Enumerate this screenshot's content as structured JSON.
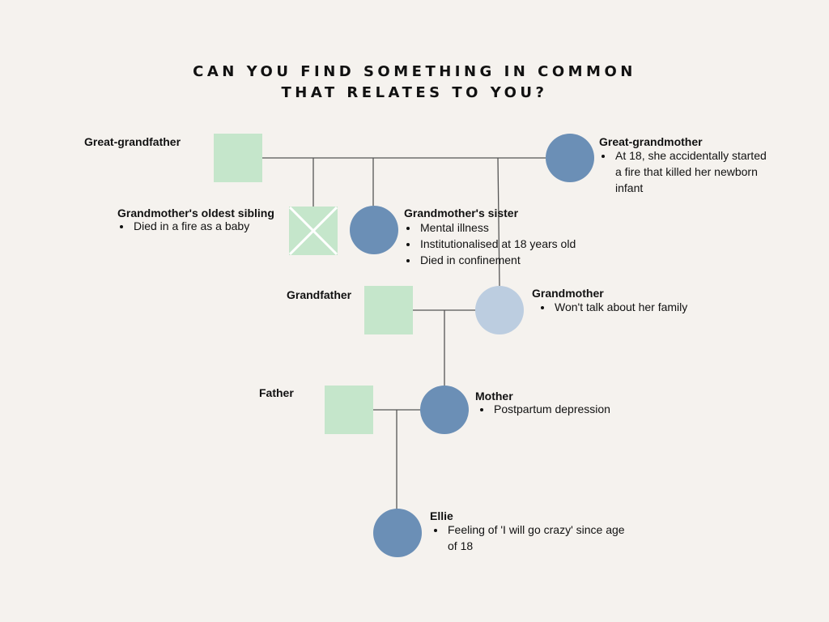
{
  "title": {
    "line1": "CAN YOU FIND SOMETHING IN COMMON",
    "line2": "THAT RELATES TO YOU?"
  },
  "colors": {
    "background": "#f5f2ee",
    "male": "#c5e6cb",
    "female": "#6b8fb6",
    "grandmother": "#bccde0",
    "line": "#555555"
  },
  "people": {
    "great_grandfather": {
      "name": "Great-grandfather",
      "notes": []
    },
    "great_grandmother": {
      "name": "Great-grandmother",
      "notes": [
        "At 18, she accidentally started a fire that killed her newborn infant"
      ]
    },
    "oldest_sibling": {
      "name": "Grandmother's oldest sibling",
      "notes": [
        "Died in a fire as a baby"
      ]
    },
    "grandmothers_sister": {
      "name": "Grandmother's sister",
      "notes": [
        "Mental illness",
        "Institutionalised at 18 years old",
        "Died in confinement"
      ]
    },
    "grandfather": {
      "name": "Grandfather",
      "notes": []
    },
    "grandmother": {
      "name": "Grandmother",
      "notes": [
        "Won't talk about her family"
      ]
    },
    "father": {
      "name": "Father",
      "notes": []
    },
    "mother": {
      "name": "Mother",
      "notes": [
        "Postpartum depression"
      ]
    },
    "ellie": {
      "name": "Ellie",
      "notes": [
        "Feeling of 'I will go crazy' since age of 18"
      ]
    }
  }
}
